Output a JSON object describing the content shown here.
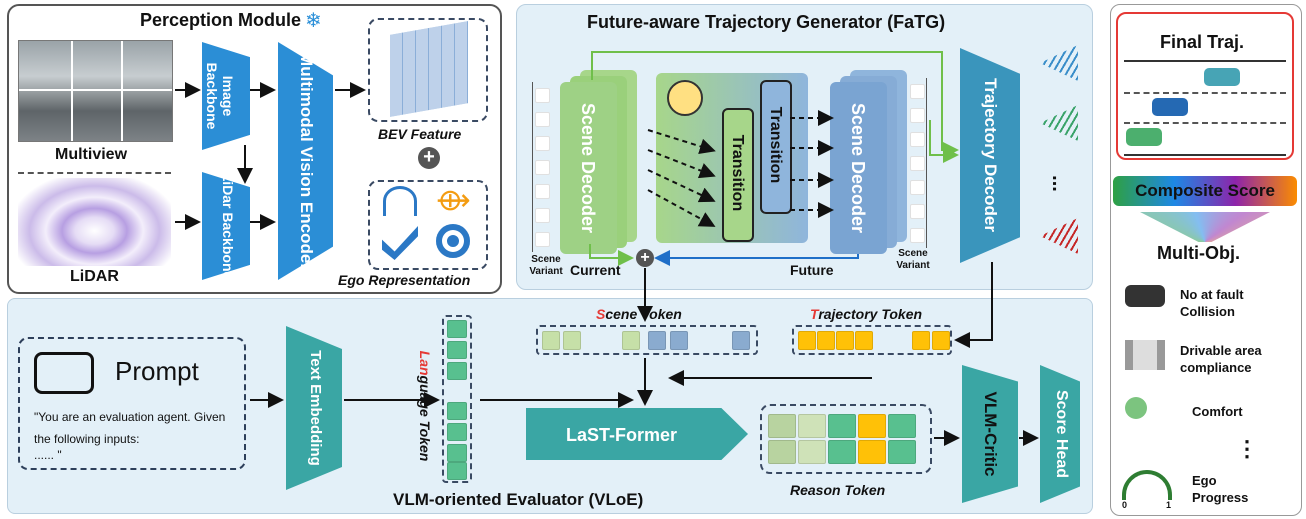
{
  "perception": {
    "title": "Perception Module",
    "multiview_label": "Multiview",
    "lidar_label": "LiDAR",
    "image_backbone": "Image Backbone",
    "lidar_backbone": "LiDar Backbone",
    "encoder": "Multimodal Vision Encoder",
    "bev_label": "BEV Feature",
    "ego_label": "Ego Representation"
  },
  "fatg": {
    "title": "Future-aware Trajectory Generator (FaTG)",
    "scene_decoder_left": "Scene Decoder",
    "scene_decoder_right": "Scene Decoder",
    "transition1": "Transition",
    "transition2": "Transition",
    "trajectory_decoder": "Trajectory Decoder",
    "current_label": "Current",
    "future_label": "Future",
    "scene_variant_left": "Scene Variant",
    "scene_variant_right": "Scene Variant",
    "ellipsis": "..."
  },
  "final": {
    "title": "Final Traj.",
    "composite": "Composite Score",
    "multi_obj": "Multi-Obj.",
    "items": [
      {
        "label": "No at fault Collision"
      },
      {
        "label": "Drivable area compliance"
      },
      {
        "label": "Comfort"
      },
      {
        "label": "Ego Progress"
      }
    ],
    "ellipsis": "⋮",
    "gauge_min": "0",
    "gauge_max": "1"
  },
  "vloe": {
    "title": "VLM-oriented Evaluator (VLoE)",
    "prompt_title": "Prompt",
    "prompt_text": "\"You are an evaluation agent. Given the following inputs:",
    "prompt_more": "...... \"",
    "text_embedding": "Text Embedding",
    "language_token_first": "Lan",
    "language_token_rest": "guage Token",
    "scene_token_first": "S",
    "scene_token_rest": "cene Token",
    "trajectory_token_first": "T",
    "trajectory_token_rest": "rajectory Token",
    "last_former": "LaST-Former",
    "reason_token": "Reason Token",
    "vlm_critic": "VLM-Critic",
    "score_head": "Score Head"
  },
  "colors": {
    "teal": "#3aa6a4",
    "blue": "#2b8ed6",
    "green_token": "#c6e0a8",
    "blue_token": "#8aabcf",
    "yellow_token": "#ffc107",
    "accent_red": "#e53935"
  }
}
